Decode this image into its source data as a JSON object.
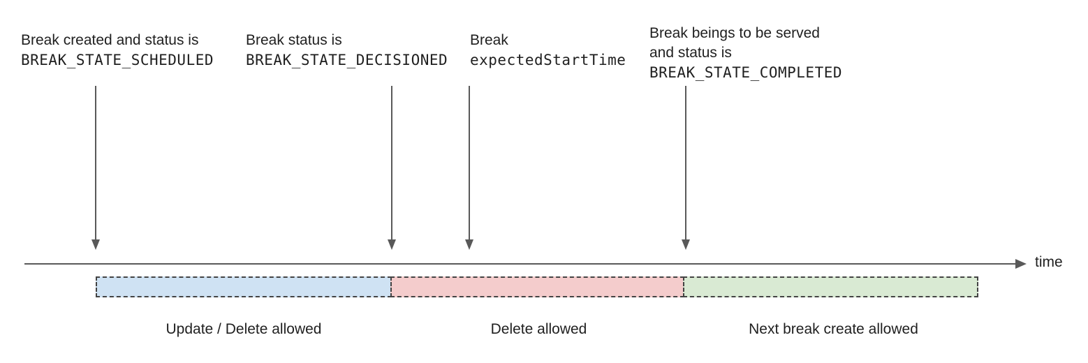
{
  "annotations": [
    {
      "line1": "Break created and status is",
      "code": "BREAK_STATE_SCHEDULED"
    },
    {
      "line1": "Break status is",
      "code": "BREAK_STATE_DECISIONED"
    },
    {
      "line1": "Break",
      "code": "expectedStartTime"
    },
    {
      "line1": "Break beings to be served",
      "line2": "and status is",
      "code": "BREAK_STATE_COMPLETED"
    }
  ],
  "timeline_label": "time",
  "segments": [
    {
      "label": "Update / Delete allowed",
      "color": "#cfe2f3"
    },
    {
      "label": "Delete allowed",
      "color": "#f4cccc"
    },
    {
      "label": "Next break create allowed",
      "color": "#d9ead3"
    }
  ],
  "colors": {
    "arrow": "#595959",
    "dashed_border": "#434343",
    "text": "#1f1f1f"
  }
}
